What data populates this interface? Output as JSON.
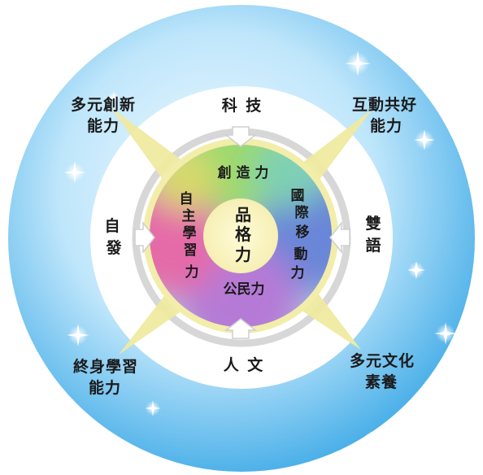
{
  "center": {
    "line1": "品",
    "line2": "格",
    "line3": "力"
  },
  "inner_ring": {
    "top": "創 造 力",
    "bottom": "公民力",
    "left": [
      "自",
      "主",
      "學",
      "習",
      "力"
    ],
    "right": [
      "國",
      "際",
      "移",
      "動",
      "力"
    ]
  },
  "white_ring": {
    "top": "科 技",
    "bottom": "人 文",
    "left_line1": "自",
    "left_line2": "發",
    "right_line1": "雙",
    "right_line2": "語"
  },
  "corners": {
    "top_left_line1": "多元創新",
    "top_left_line2": "能力",
    "top_right_line1": "互動共好",
    "top_right_line2": "能力",
    "bottom_left_line1": "終身學習",
    "bottom_left_line2": "能力",
    "bottom_right_line1": "多元文化",
    "bottom_right_line2": "素養"
  },
  "colors": {
    "outer_blue": "#55b8ec",
    "outer_light": "#e6f6ff",
    "star_yellow": "#efeaa0",
    "ring_yellow": "#f3edaa",
    "inner_green": "#9bd96e",
    "inner_blue": "#6a86d8",
    "inner_purple": "#b57ad6",
    "inner_pink": "#e56aa8",
    "center_fill": "#fbf6c6"
  }
}
